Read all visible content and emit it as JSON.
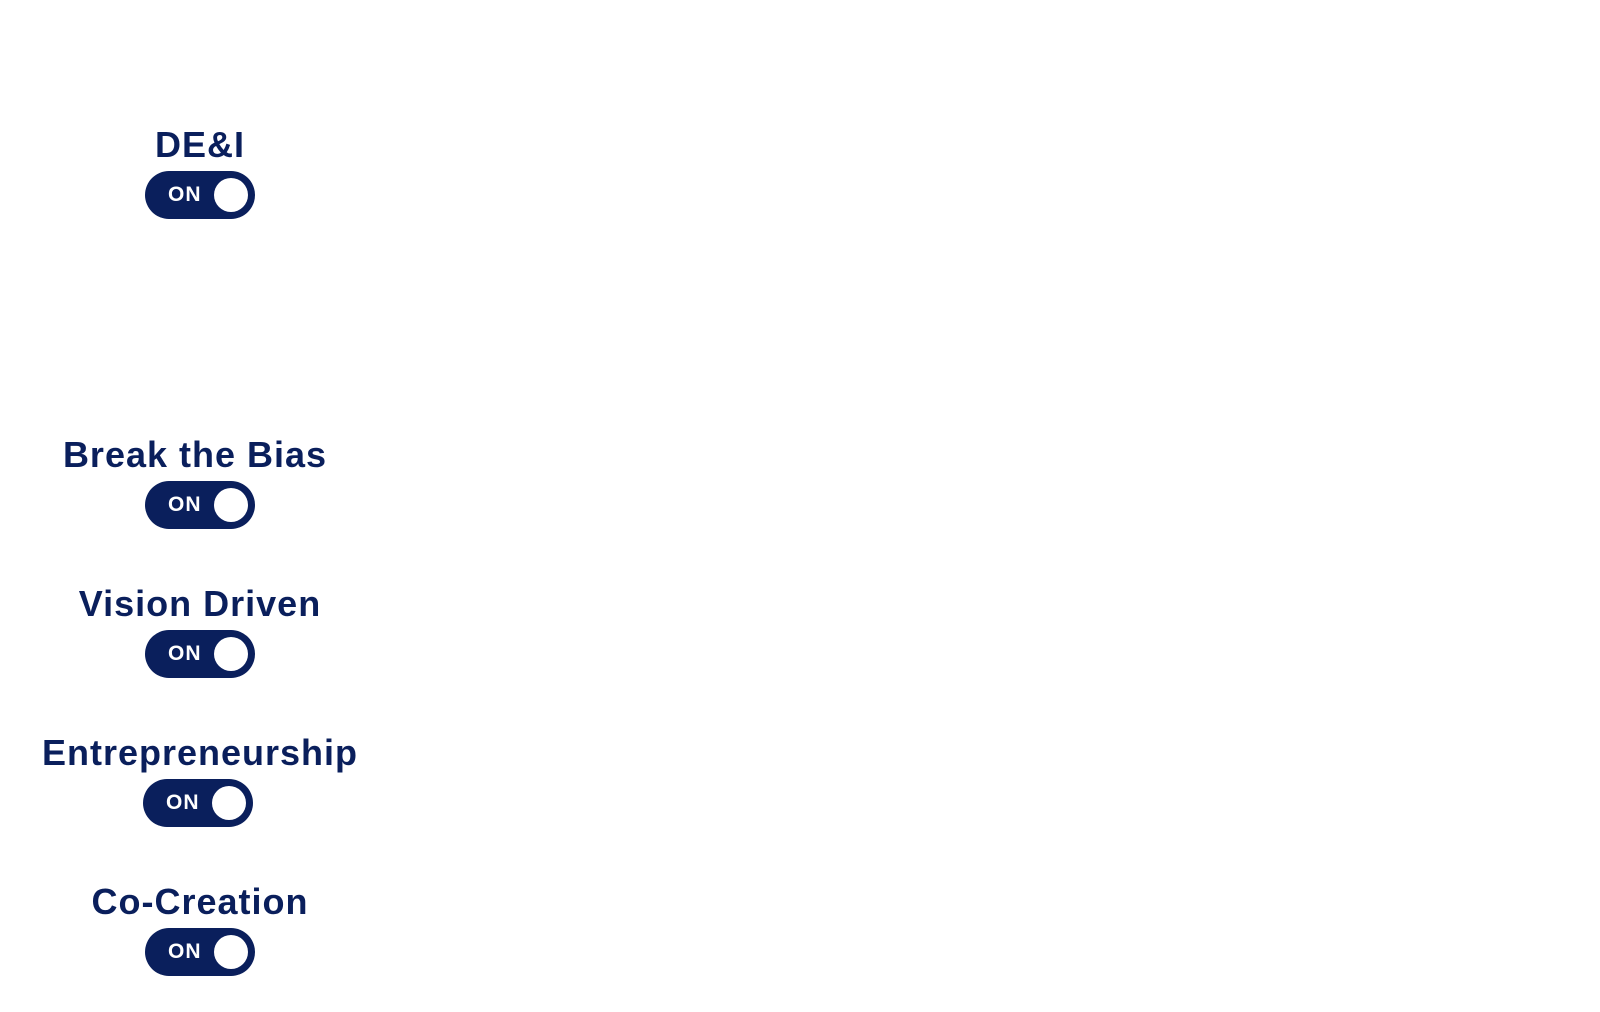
{
  "accent_color": "#0a1f5c",
  "toggles": [
    {
      "label": "DE&I",
      "state": "ON"
    },
    {
      "label": "Break the Bias",
      "state": "ON"
    },
    {
      "label": "Vision Driven",
      "state": "ON"
    },
    {
      "label": "Entrepreneurship",
      "state": "ON"
    },
    {
      "label": "Co-Creation",
      "state": "ON"
    }
  ]
}
